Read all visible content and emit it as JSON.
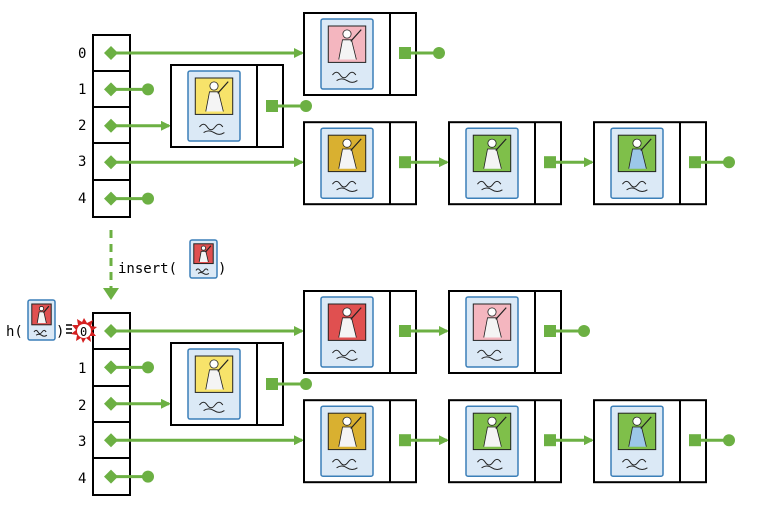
{
  "colors": {
    "pointer": "#6cb043",
    "outline": "#000000",
    "card_border": "#3b7fb8",
    "card_inner": "#dbe9f6",
    "bg_pink": "#f4b6bf",
    "bg_yellow": "#f7e36a",
    "bg_gold": "#d9b030",
    "bg_green": "#7fbf4a",
    "bg_red": "#e05050",
    "hash_star": "#d42020"
  },
  "icons": {
    "pointer_cell": "green-diamond",
    "pointer_next": "green-square",
    "null": "green-dot",
    "card": "baseball-card",
    "hash_flash": "red-starburst"
  },
  "top_table": {
    "indices": [
      "0",
      "1",
      "2",
      "3",
      "4"
    ],
    "cards": {
      "0": [
        "pink"
      ],
      "1": [],
      "2": [
        "yellow"
      ],
      "3": [
        "gold",
        "green",
        "teal"
      ],
      "4": []
    }
  },
  "operation": {
    "insert_label": "insert(",
    "insert_close": ")",
    "insert_card": "red"
  },
  "bottom_table": {
    "indices": [
      "0",
      "1",
      "2",
      "3",
      "4"
    ],
    "hash_label": "h(",
    "hash_close": ")",
    "hash_result": "0",
    "cards": {
      "0": [
        "red",
        "pink"
      ],
      "1": [],
      "2": [
        "yellow"
      ],
      "3": [
        "gold",
        "green",
        "teal"
      ],
      "4": []
    }
  }
}
